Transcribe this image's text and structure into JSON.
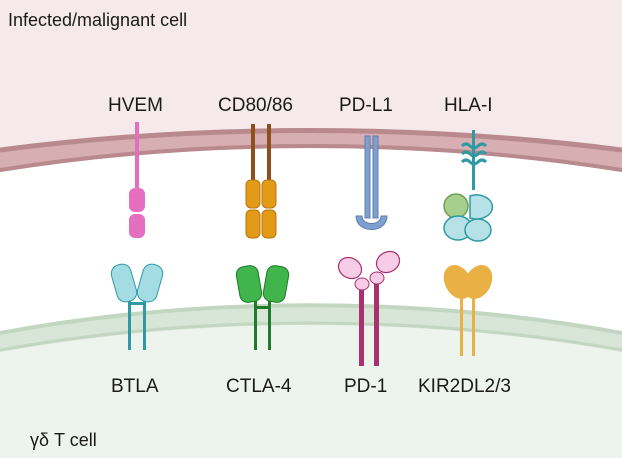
{
  "cells": {
    "top_label": "Infected/malignant cell",
    "bottom_label": "γδ T cell"
  },
  "ligands": [
    {
      "label": "HVEM",
      "color": "#e46fc0"
    },
    {
      "label": "CD80/86",
      "color": "#e39a16"
    },
    {
      "label": "PD-L1",
      "color": "#7f9fcf"
    },
    {
      "label": "HLA-I",
      "color": "#2f9aa3"
    }
  ],
  "receptors": [
    {
      "label": "BTLA",
      "color": "#a3dce3"
    },
    {
      "label": "CTLA-4",
      "color": "#3fb54b"
    },
    {
      "label": "PD-1",
      "color": "#f6cce6"
    },
    {
      "label": "KIR2DL2/3",
      "color": "#e9b143"
    }
  ],
  "colors": {
    "top_cell_fill": "#f6e9eb",
    "top_membrane": "#b98a8d",
    "bottom_cell_fill": "#edf3ed",
    "bottom_membrane": "#c9dbc9"
  }
}
